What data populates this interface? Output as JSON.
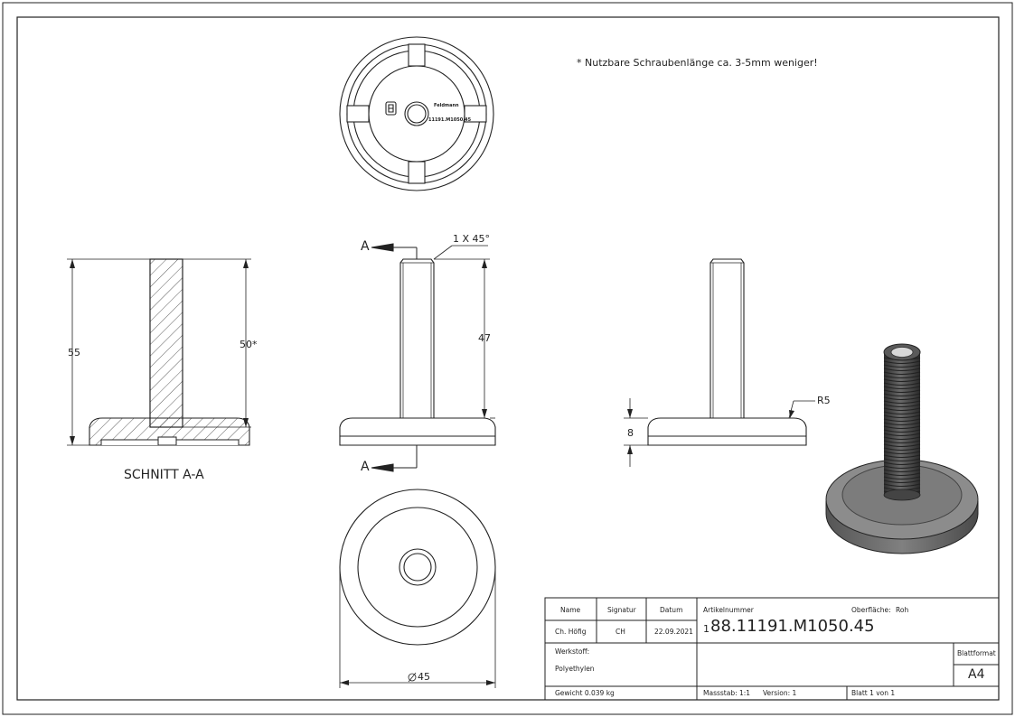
{
  "note": "* Nutzbare Schraubenlänge ca. 3-5mm weniger!",
  "section_label": "SCHNITT A-A",
  "dimensions": {
    "section_total_height": "55",
    "section_thread_height": "50*",
    "front_thread_height": "47",
    "chamfer": "1 X 45°",
    "section_marker": "A",
    "base_height": "8",
    "radius": "R5",
    "diameter": "45"
  },
  "top_view_text": {
    "line1": "Feldmann",
    "line2": "11191.M1050.45"
  },
  "title_block": {
    "col_name": "Name",
    "col_signatur": "Signatur",
    "col_datum": "Datum",
    "name_value": "Ch. Höfig",
    "signatur_value": "CH",
    "datum_value": "22.09.2021",
    "artikel_label": "Artikelnummer",
    "artikel_prefix": "1",
    "artikel_value": "88.11191.M1050.45",
    "oberflaeche_label": "Oberfläche:",
    "oberflaeche_value": "Roh",
    "werkstoff_label": "Werkstoff:",
    "werkstoff_value": "Polyethylen",
    "blattformat_label": "Blattformat",
    "blattformat_value": "A4",
    "gewicht": "Gewicht 0.039 kg",
    "massstab": "Massstab: 1:1",
    "version": "Version: 1",
    "blatt": "Blatt 1 von 1"
  },
  "colors": {
    "line": "#222222",
    "foot_dark": "#585858",
    "foot_mid": "#7a7a7a",
    "thread_dark": "#3c3c3c"
  }
}
